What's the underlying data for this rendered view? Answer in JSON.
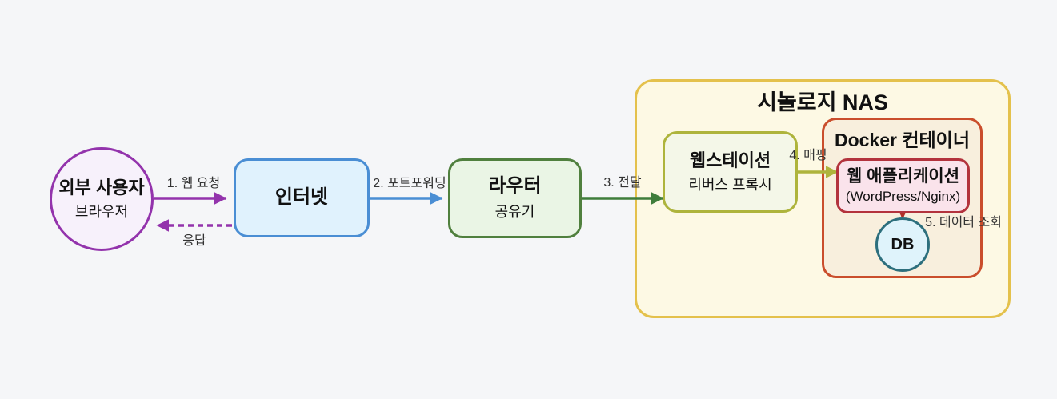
{
  "colors": {
    "bg": "#f5f6f8",
    "purple": "#9333ac",
    "purple-fill": "#f7f1fb",
    "blue": "#4a8ed4",
    "blue-fill": "#e0f2fd",
    "green": "#50803e",
    "green-fill": "#eaf5e5",
    "arrow-green": "#3f7d3b",
    "yellow": "#e4c14c",
    "yellow-fill": "#fdf9e4",
    "olive": "#aeb43c",
    "olive-fill": "#f4f7e8",
    "orange": "#ca4e2c",
    "orange-fill": "#f8efdd",
    "red": "#b3333d",
    "red-fill": "#fae3eb",
    "arrow-red": "#b03028",
    "teal": "#2d6f7d",
    "teal-fill": "#dff3fb",
    "label": "#333333",
    "text": "#111111"
  },
  "nodes": {
    "user": {
      "title": "외부 사용자",
      "subtitle": "브라우저"
    },
    "internet": {
      "title": "인터넷"
    },
    "router": {
      "title": "라우터",
      "subtitle": "공유기"
    },
    "nas": {
      "title": "시놀로지 NAS"
    },
    "webstation": {
      "title": "웹스테이션",
      "subtitle": "리버스 프록시"
    },
    "docker": {
      "title": "Docker 컨테이너"
    },
    "webapp": {
      "title": "웹 애플리케이션",
      "subtitle": "(WordPress/Nginx)"
    },
    "db": {
      "title": "DB"
    }
  },
  "edges": {
    "request": {
      "label": "1. 웹 요청"
    },
    "response": {
      "label": "응답"
    },
    "portforward": {
      "label": "2. 포트포워딩"
    },
    "forward": {
      "label": "3. 전달"
    },
    "mapping": {
      "label": "4. 매핑"
    },
    "query": {
      "label": "5. 데이터 조회"
    }
  }
}
